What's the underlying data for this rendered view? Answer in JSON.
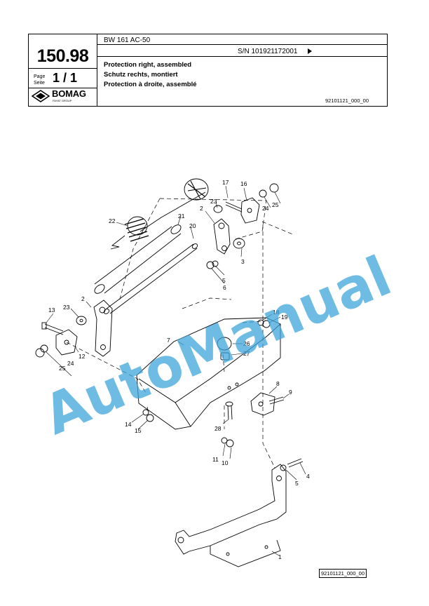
{
  "header": {
    "model": "BW 161 AC-50",
    "serial": "S/N 101921172001",
    "page_number": "150.98",
    "page_label_en": "Page",
    "page_label_de": "Seite",
    "page_value": "1 / 1",
    "logo_text": "BOMAG",
    "logo_sub": "FAYAT GROUP",
    "title_en": "Protection right, assembled",
    "title_de": "Schutz rechts, montiert",
    "title_fr": "Protection à droite, assemblé",
    "doc_id": "92101121_000_00"
  },
  "diagram": {
    "callouts": [
      "1",
      "2",
      "2",
      "3",
      "4",
      "5",
      "5",
      "6",
      "7",
      "8",
      "9",
      "10",
      "11",
      "12",
      "13",
      "14",
      "15",
      "16",
      "17",
      "18",
      "19",
      "20",
      "21",
      "22",
      "23",
      "23",
      "24",
      "24",
      "25",
      "25",
      "26",
      "27",
      "28"
    ]
  },
  "footer": {
    "doc_ref": "92101121_000_00"
  },
  "watermark": {
    "text": "AutoManual",
    "color": "#3ea6dc"
  }
}
